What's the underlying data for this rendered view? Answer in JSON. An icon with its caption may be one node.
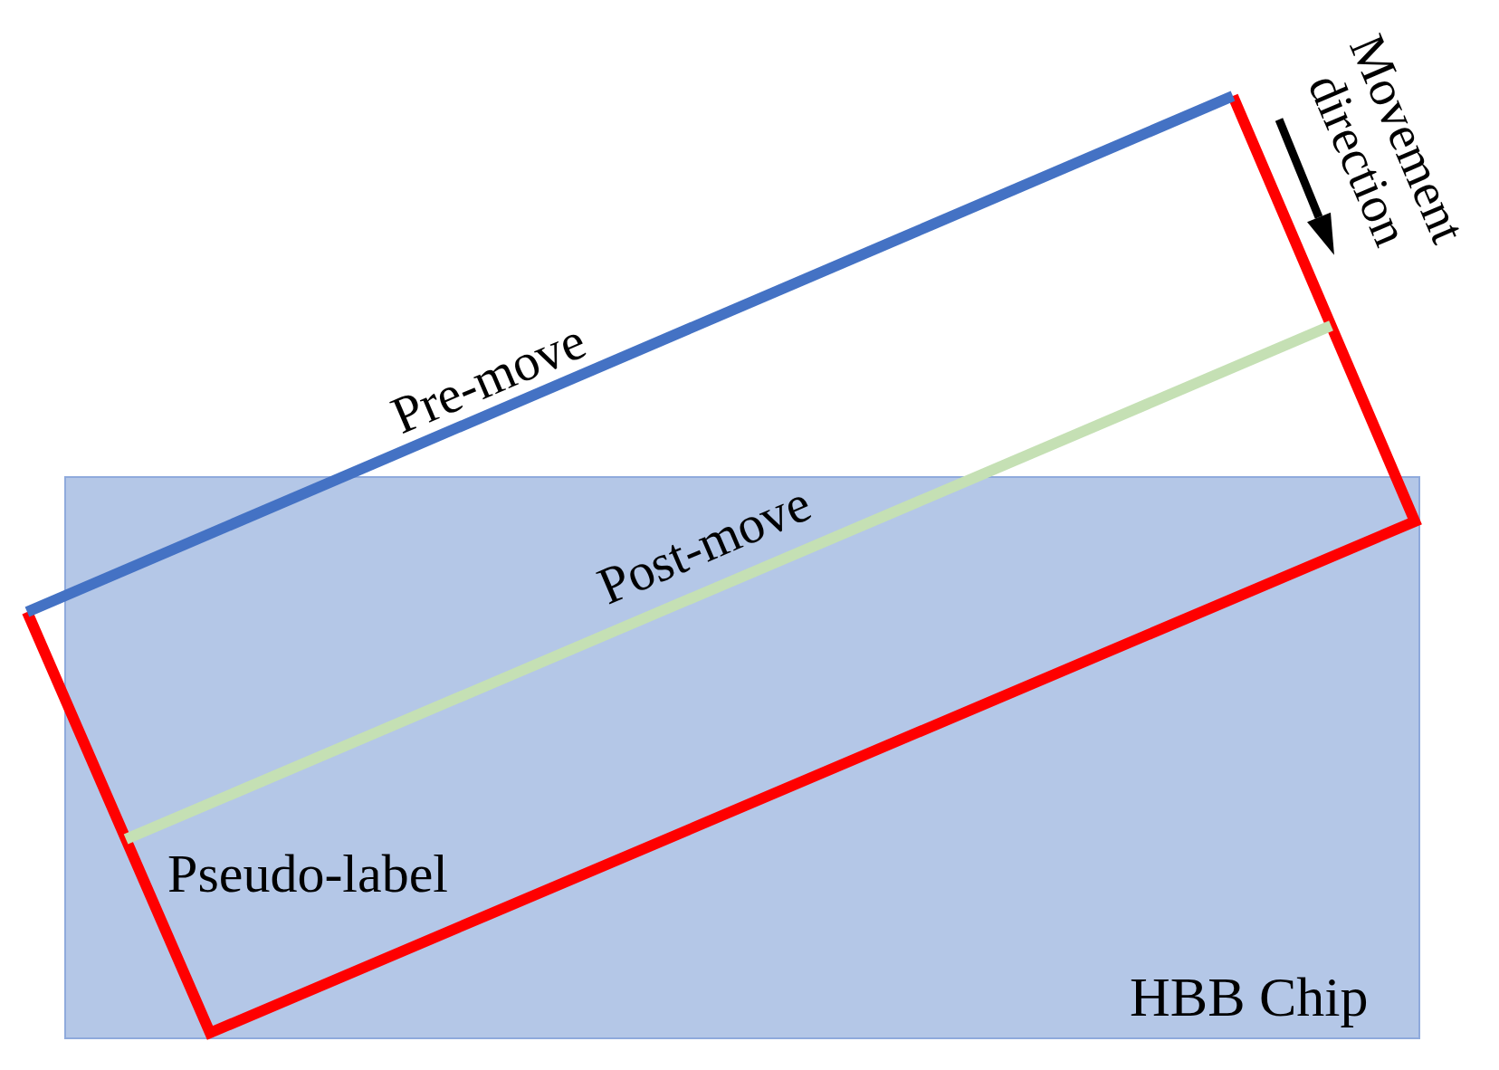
{
  "diagram": {
    "nodes": [
      {
        "text": [
          "HBB Chip"
        ]
      }
    ],
    "edges": [],
    "labels": [
      "Movement direction",
      "Pre-move",
      "Post-move",
      "Pseudo-label"
    ]
  }
}
